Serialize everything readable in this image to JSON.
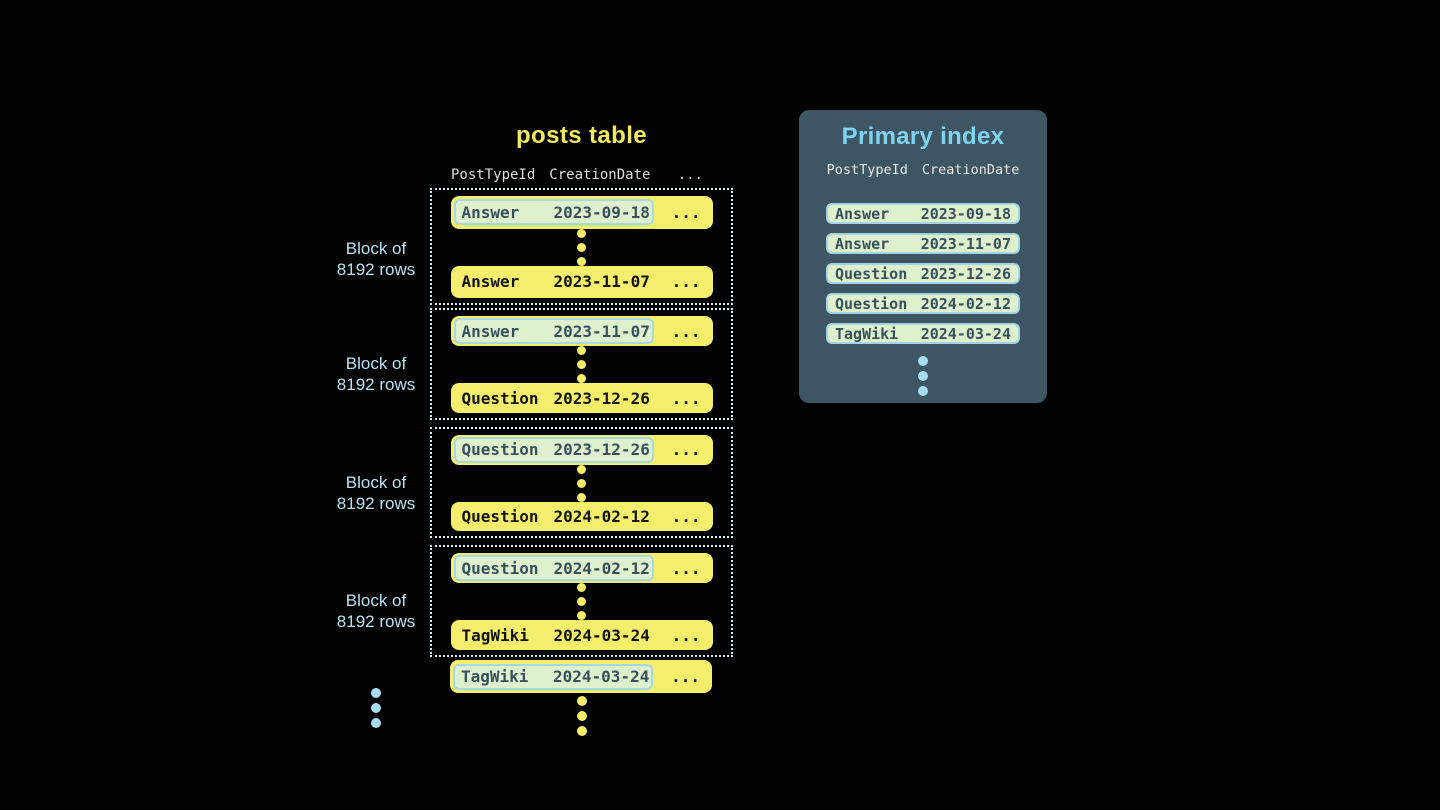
{
  "posts_table": {
    "title": "posts table",
    "headers": {
      "col1": "PostTypeId",
      "col2": "CreationDate",
      "col3": "..."
    },
    "row_ellipsis": "...",
    "block_label": {
      "line1": "Block of",
      "line2": "8192 rows"
    },
    "blocks": [
      {
        "first": {
          "type": "Answer",
          "date": "2023-09-18"
        },
        "last": {
          "type": "Answer",
          "date": "2023-11-07"
        }
      },
      {
        "first": {
          "type": "Answer",
          "date": "2023-11-07"
        },
        "last": {
          "type": "Question",
          "date": "2023-12-26"
        }
      },
      {
        "first": {
          "type": "Question",
          "date": "2023-12-26"
        },
        "last": {
          "type": "Question",
          "date": "2024-02-12"
        }
      },
      {
        "first": {
          "type": "Question",
          "date": "2024-02-12"
        },
        "last": {
          "type": "TagWiki",
          "date": "2024-03-24"
        }
      }
    ],
    "overflow_row": {
      "type": "TagWiki",
      "date": "2024-03-24"
    }
  },
  "primary_index": {
    "title": "Primary index",
    "headers": {
      "col1": "PostTypeId",
      "col2": "CreationDate"
    },
    "rows": [
      {
        "type": "Answer",
        "date": "2023-09-18"
      },
      {
        "type": "Answer",
        "date": "2023-11-07"
      },
      {
        "type": "Question",
        "date": "2023-12-26"
      },
      {
        "type": "Question",
        "date": "2024-02-12"
      },
      {
        "type": "TagWiki",
        "date": "2024-03-24"
      }
    ]
  },
  "colors": {
    "background": "#020202",
    "row_yellow": "#f4ee6c",
    "highlight_green": "#dff0cd",
    "highlight_border": "#a5d9e9",
    "dark_slate_text": "#37505f",
    "panel_bg": "#3e5564",
    "accent_blue": "#a7dbee",
    "title_yellow": "#f1ea5e",
    "title_blue": "#7fd3ef",
    "dotted_border": "#d7edf4",
    "header_text": "#dedede"
  }
}
